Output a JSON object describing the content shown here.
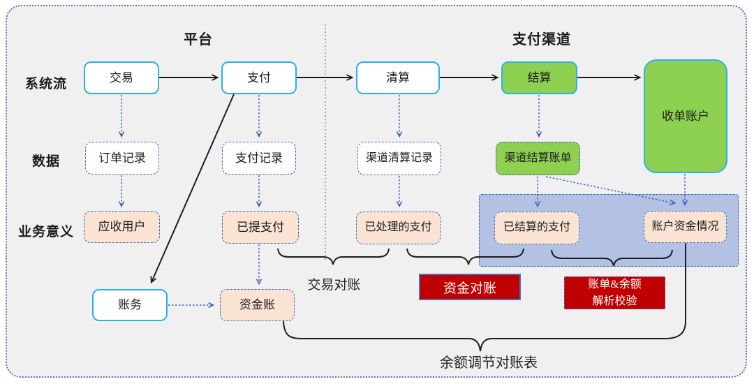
{
  "headers": {
    "platform": "平台",
    "payment_channel": "支付渠道"
  },
  "row_labels": {
    "system_flow": "系统流",
    "data": "数据",
    "business_meaning": "业务意义"
  },
  "nodes": {
    "trade": "交易",
    "pay": "支付",
    "clearing": "清算",
    "settlement": "结算",
    "acquiring_account": "收单账户",
    "order_record": "订单记录",
    "pay_record": "支付记录",
    "channel_clearing_record": "渠道清算记录",
    "channel_settlement_bill": "渠道结算账单",
    "receivable_user": "应收用户",
    "submitted_pay": "已提支付",
    "processed_pay": "已处理的支付",
    "settled_pay": "已结算的支付",
    "account_fund_status": "账户资金情况",
    "accounting": "账务",
    "fund_account": "资金账"
  },
  "reconciliation": {
    "trade_recon": "交易对账",
    "fund_recon": "资金对账",
    "bill_balance_line1": "账单&余额",
    "bill_balance_line2": "解析校验",
    "balance_adjustment_sheet": "余额调节对账表"
  },
  "colors": {
    "background": "#f0f0f1",
    "cyan_border": "#29b2ea",
    "green_fill": "#8ed04f",
    "peach_fill": "#fae3d2",
    "dashed_blue": "#3c63b8",
    "panel_fill": "#b3c1e3",
    "red_fill": "#c00000",
    "text": "#1a1a1a"
  }
}
